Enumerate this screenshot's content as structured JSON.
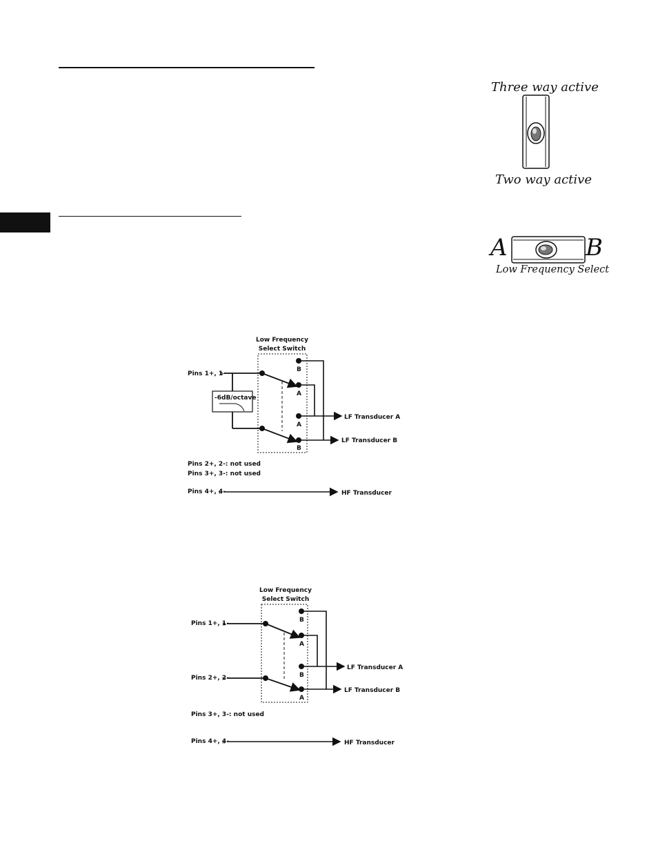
{
  "toggle_switch": {
    "top_label": "Three way active",
    "bottom_label": "Two way active"
  },
  "lf_select_switch": {
    "left_letter": "A",
    "right_letter": "B",
    "caption": "Low Frequency Select"
  },
  "diagram1": {
    "switch_title_1": "Low Frequency",
    "switch_title_2": "Select Switch",
    "input_pins": "Pins 1+, 1-",
    "filter_label": "-6dB/octave",
    "contact_1": "B",
    "contact_2": "A",
    "contact_3": "A",
    "contact_4": "B",
    "output_a": "LF Transducer A",
    "output_b": "LF Transducer B",
    "unused_1": "Pins 2+, 2-: not used",
    "unused_2": "Pins 3+, 3-: not used",
    "hf_pins": "Pins 4+, 4-",
    "hf_output": "HF Transducer"
  },
  "diagram2": {
    "switch_title_1": "Low Frequency",
    "switch_title_2": "Select Switch",
    "input_pins_1": "Pins 1+, 1-",
    "input_pins_2": "Pins 2+, 2-",
    "contact_1": "B",
    "contact_2": "A",
    "contact_3": "B",
    "contact_4": "A",
    "output_a": "LF Transducer A",
    "output_b": "LF Transducer B",
    "unused_1": "Pins 3+, 3-: not used",
    "hf_pins": "Pins 4+, 4-",
    "hf_output": "HF Transducer"
  }
}
